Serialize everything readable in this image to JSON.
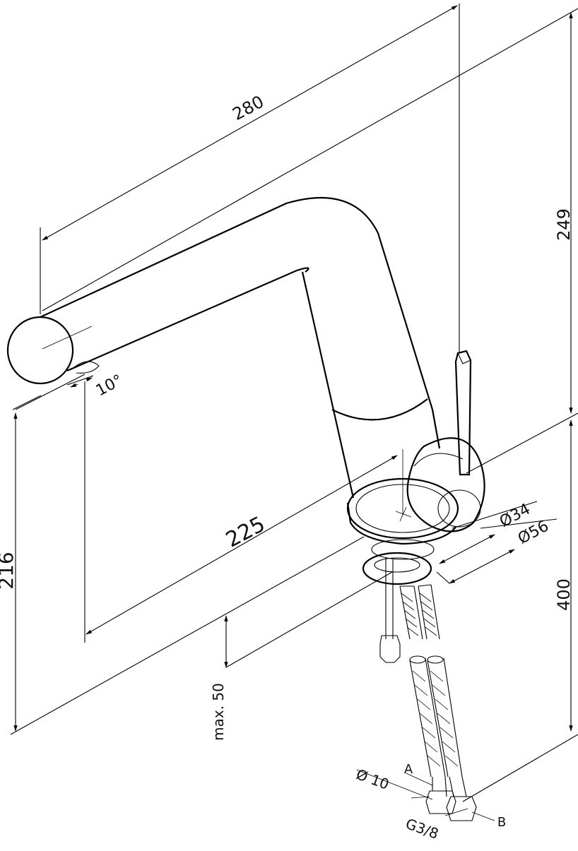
{
  "dimensions": {
    "length_280": "280",
    "height_249": "249",
    "reach_225": "225",
    "spout_216": "216",
    "base_400": "400",
    "deck_max": "max. 50",
    "angle": "10°",
    "hole_34": "Ø34",
    "base_56": "Ø56",
    "hose_10": "Ø 10"
  },
  "labels": {
    "inlet_a": "A",
    "inlet_b": "B",
    "thread": "G3/8"
  }
}
